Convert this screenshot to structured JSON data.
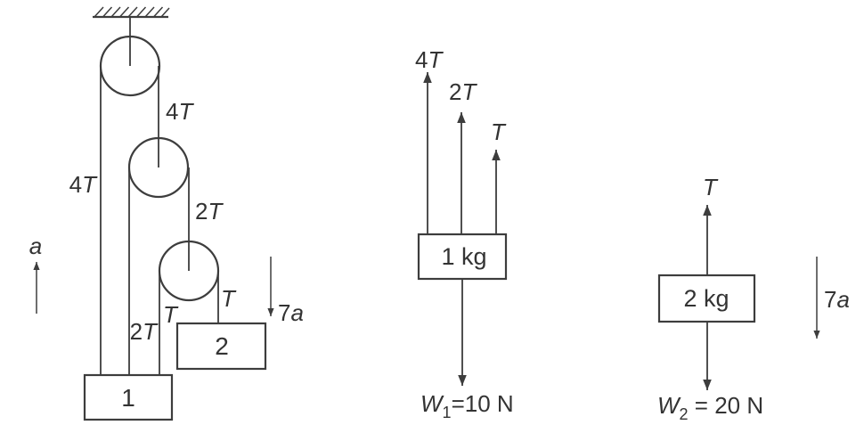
{
  "pulley_diagram": {
    "rope_labels": {
      "left_4t": {
        "num": "4",
        "sym": "T"
      },
      "upper_right_4t": {
        "num": "4",
        "sym": "T"
      },
      "mid_right_2t": {
        "num": "2",
        "sym": "T"
      },
      "lower_left_2t": {
        "num": "2",
        "sym": "T"
      },
      "lower_left_t": {
        "sym": "T"
      },
      "lower_right_t": {
        "sym": "T"
      }
    },
    "block1_label": "1",
    "block2_label": "2",
    "accel_left": {
      "sym": "a"
    },
    "accel_right": {
      "num": "7",
      "sym": "a"
    }
  },
  "fbd_block1": {
    "forces_up": [
      {
        "num": "4",
        "sym": "T"
      },
      {
        "num": "2",
        "sym": "T"
      },
      {
        "sym": "T"
      }
    ],
    "mass_label": "1 kg",
    "weight": {
      "sym": "W",
      "sub": "1",
      "rest": "=10 N"
    }
  },
  "fbd_block2": {
    "force_up": {
      "sym": "T"
    },
    "mass_label": "2 kg",
    "accel": {
      "num": "7",
      "sym": "a"
    },
    "weight": {
      "sym": "W",
      "sub": "2",
      "rest": " = 20 N"
    }
  },
  "colors": {
    "line": "#3d3d3d",
    "text": "#333333",
    "background": "#ffffff"
  }
}
